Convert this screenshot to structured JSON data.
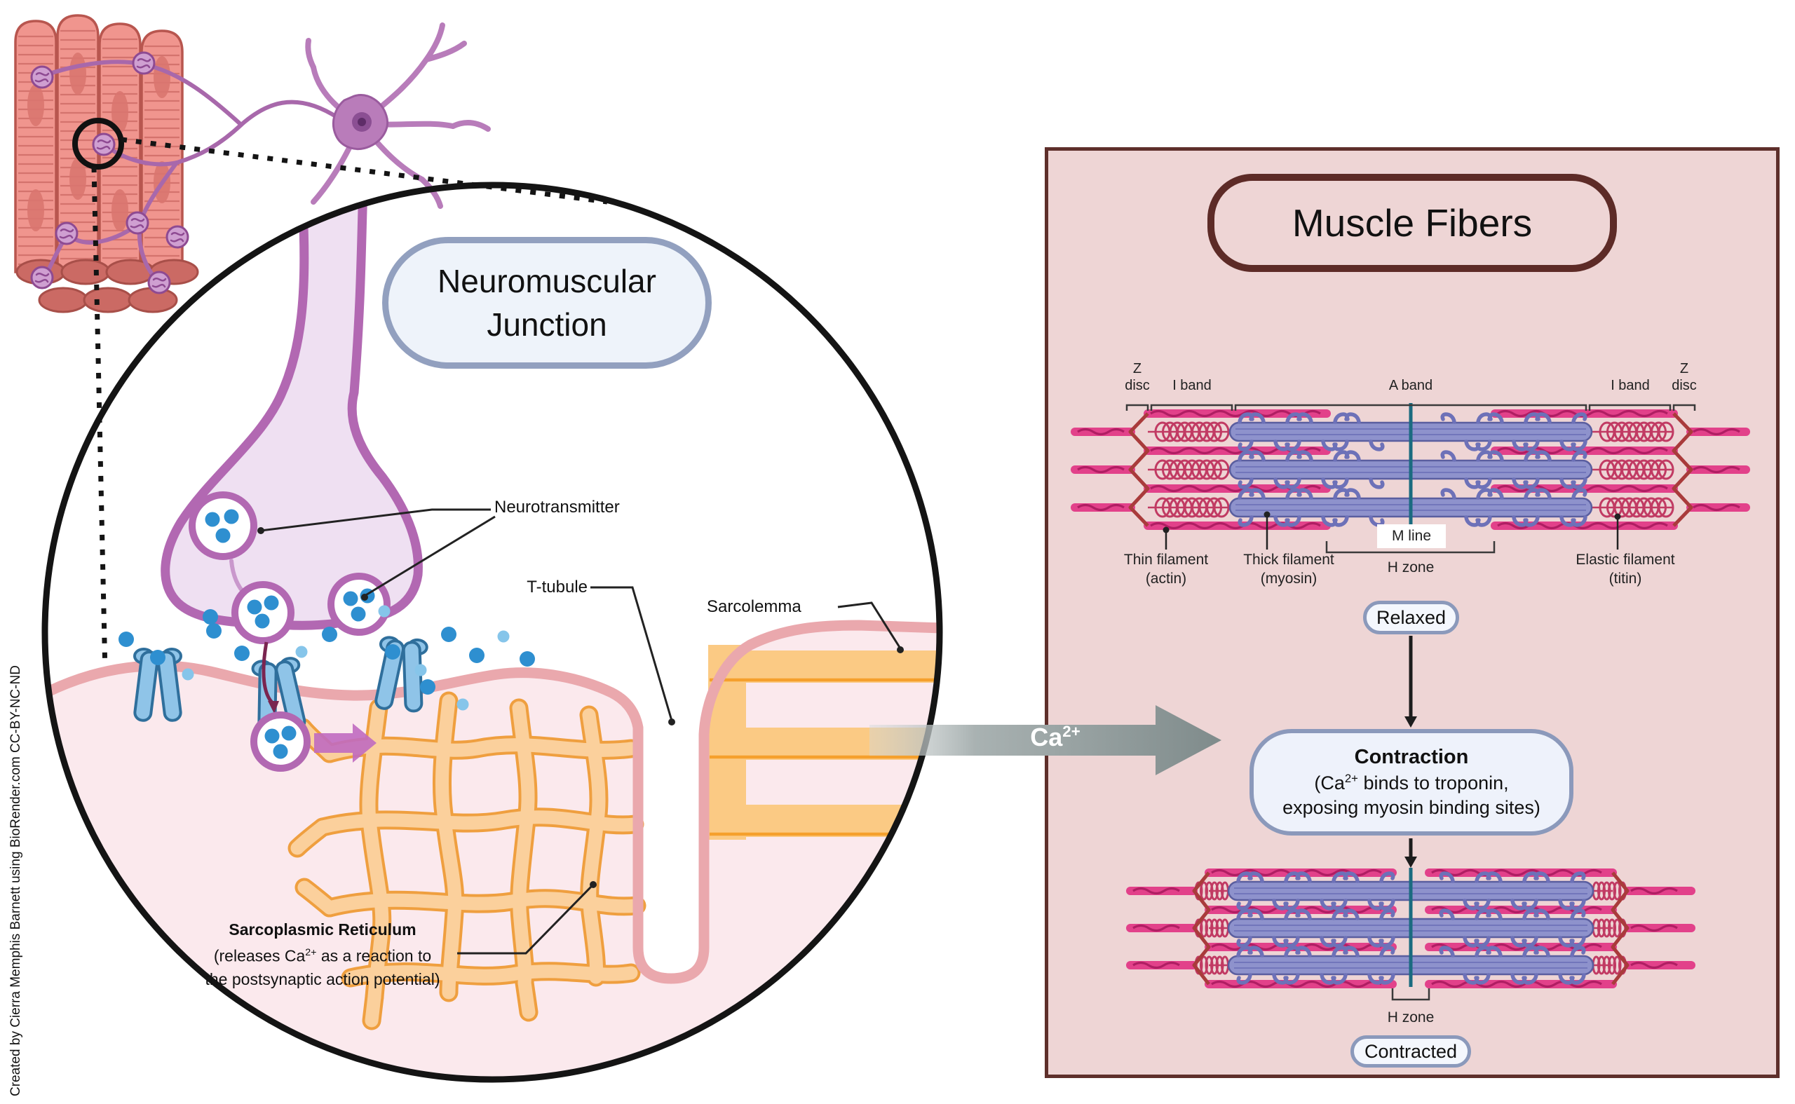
{
  "attribution": "Created by Cierra Memphis Barnett using BioRender.com CC-BY-NC-ND",
  "neuromuscular": {
    "title_line1": "Neuromuscular",
    "title_line2": "Junction",
    "label_neurotransmitter": "Neurotransmitter",
    "label_t_tubule": "T-tubule",
    "label_sarcolemma": "Sarcolemma",
    "sr_label": {
      "title": "Sarcoplasmic Reticulum",
      "line2_pre": "(releases Ca",
      "line2_sup": "2+",
      "line2_post": " as a reaction to",
      "line3": "the postsynaptic action potential)"
    }
  },
  "ca_arrow": {
    "base": "Ca",
    "sup": "2+"
  },
  "muscle_fibers": {
    "title": "Muscle Fibers",
    "labels": {
      "z": "Z",
      "disc": "disc",
      "i_band": "I band",
      "a_band": "A band",
      "m_line": "M line",
      "h_zone": "H zone",
      "thin_1": "Thin filament",
      "thin_2": "(actin)",
      "thick_1": "Thick filament",
      "thick_2": "(myosin)",
      "elastic_1": "Elastic filament",
      "elastic_2": "(titin)"
    },
    "state_relaxed": "Relaxed",
    "state_contracted": "Contracted",
    "contraction_box": {
      "title": "Contraction",
      "line2_pre": "(Ca",
      "line2_sup": "2+",
      "line2_post": " binds to troponin,",
      "line3": "exposing myosin binding sites)"
    }
  },
  "colors": {
    "panel_bg": "#eed5d5",
    "panel_border": "#5e2f2b",
    "callout_bg": "#eef3fa",
    "callout_border": "#92a0bf",
    "actin_pink": "#e2418a",
    "actin_twist": "#b01e63",
    "myosin_purple": "#8e92cc",
    "titin_red": "#c13a63",
    "z_disc_red": "#a93b3b",
    "m_line_teal": "#1b6b80",
    "sr_orange": "#fbd09c",
    "sr_orange_edge": "#ef9f3f",
    "membrane_pink": "#eaa8ad",
    "muscle_fill": "#fbe9ed",
    "terminal_purple": "#b268b2",
    "terminal_fill": "#efe0f2",
    "vesicle_dot_blue": "#2e8fd0",
    "receptor_blue": "#8fc4e8",
    "ca_arrow_gray": "#859090"
  }
}
